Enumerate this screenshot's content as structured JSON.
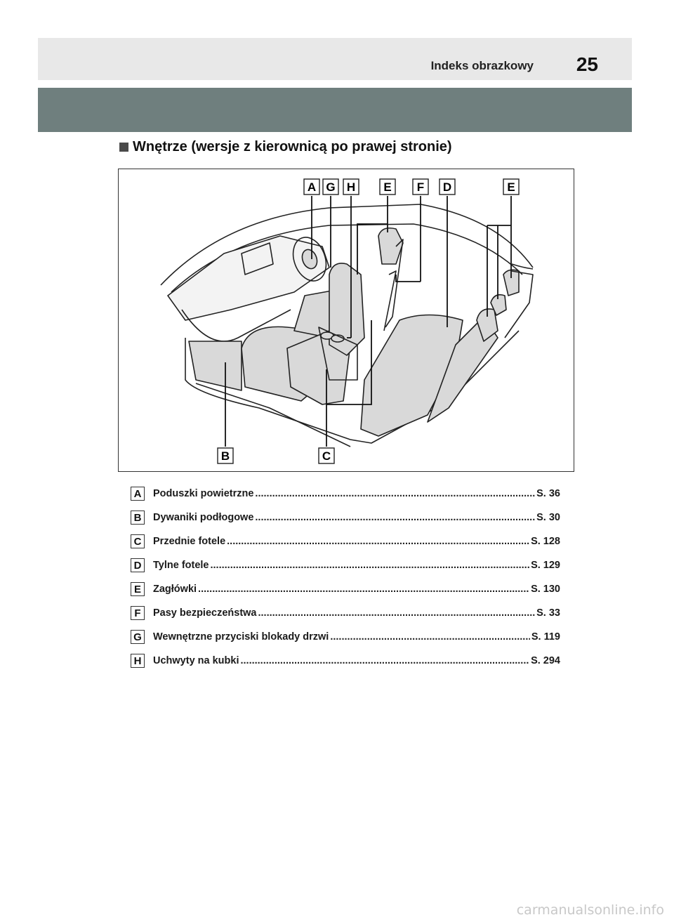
{
  "header": {
    "section_title": "Indeks obrazkowy",
    "page_number": "25"
  },
  "heading": "Wnętrze (wersje z kierownicą po prawej stronie)",
  "figure": {
    "top_labels": [
      "A",
      "G",
      "H",
      "E",
      "F",
      "D",
      "E"
    ],
    "bottom_labels": [
      "B",
      "C"
    ]
  },
  "legend": [
    {
      "letter": "A",
      "label": "Poduszki powietrzne",
      "ref": "S. 36"
    },
    {
      "letter": "B",
      "label": "Dywaniki podłogowe",
      "ref": "S. 30"
    },
    {
      "letter": "C",
      "label": "Przednie fotele",
      "ref": "S. 128"
    },
    {
      "letter": "D",
      "label": "Tylne fotele",
      "ref": "S. 129"
    },
    {
      "letter": "E",
      "label": "Zagłówki",
      "ref": "S. 130"
    },
    {
      "letter": "F",
      "label": "Pasy bezpieczeństwa",
      "ref": "S. 33"
    },
    {
      "letter": "G",
      "label": "Wewnętrzne przyciski blokady drzwi",
      "ref": "S. 119"
    },
    {
      "letter": "H",
      "label": "Uchwyty na kubki",
      "ref": "S. 294"
    }
  ],
  "watermark": "carmanualsonline.info",
  "colors": {
    "band": "#6f7f7e",
    "strip": "#e8e8e8",
    "seat_fill": "#d9d9d9"
  }
}
